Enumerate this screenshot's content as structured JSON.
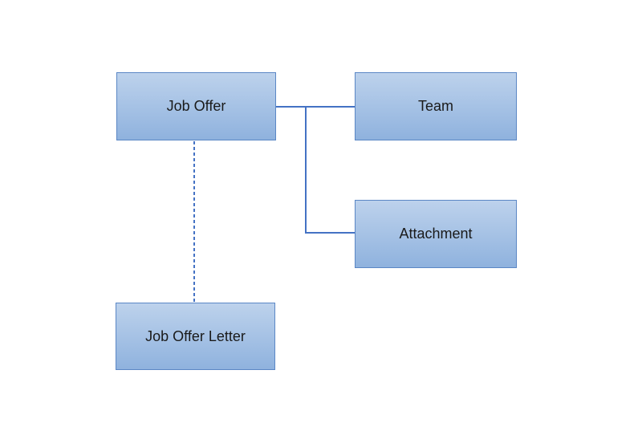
{
  "diagram": {
    "nodes": [
      {
        "id": "job-offer",
        "label": "Job Offer"
      },
      {
        "id": "team",
        "label": "Team"
      },
      {
        "id": "attachment",
        "label": "Attachment"
      },
      {
        "id": "job-offer-letter",
        "label": "Job Offer Letter"
      }
    ],
    "edges": [
      {
        "from": "job-offer",
        "to": "team",
        "style": "solid"
      },
      {
        "from": "job-offer",
        "to": "attachment",
        "style": "solid-elbow"
      },
      {
        "from": "job-offer",
        "to": "job-offer-letter",
        "style": "dashed"
      }
    ]
  },
  "theme": {
    "node_fill_top": "#bdd2ec",
    "node_fill_bottom": "#8fb2de",
    "node_border": "#5b87c5",
    "connector": "#4472c4",
    "text": "#1a1a1a",
    "background": "#ffffff"
  }
}
